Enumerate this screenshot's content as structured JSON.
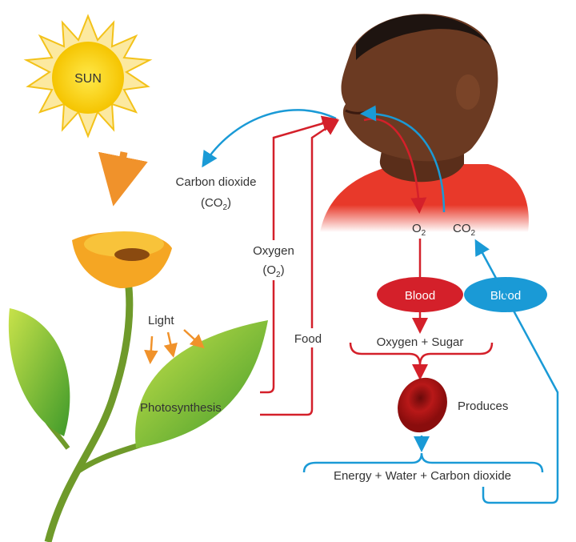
{
  "sun": {
    "label": "SUN"
  },
  "plant": {
    "light": "Light",
    "photosynthesis": "Photosynthesis"
  },
  "flows": {
    "co2_out": {
      "line1": "Carbon dioxide",
      "line2_pre": "(CO",
      "sub": "2",
      "line2_post": ")"
    },
    "oxygen": {
      "line1": "Oxygen",
      "line2_pre": "(O",
      "sub": "2",
      "line2_post": ")"
    },
    "food": "Food"
  },
  "body": {
    "o2": {
      "main": "O",
      "sub": "2"
    },
    "co2": {
      "main": "CO",
      "sub": "2"
    },
    "blood_red": "Blood",
    "blood_blue": "Blood",
    "inputs": "Oxygen + Sugar",
    "produces": "Produces",
    "outputs": "Energy + Water + Carbon dioxide"
  },
  "colors": {
    "red": "#d4202a",
    "blue": "#1a9ad6",
    "orange": "#f0922b",
    "sun": "#f7d21e"
  }
}
